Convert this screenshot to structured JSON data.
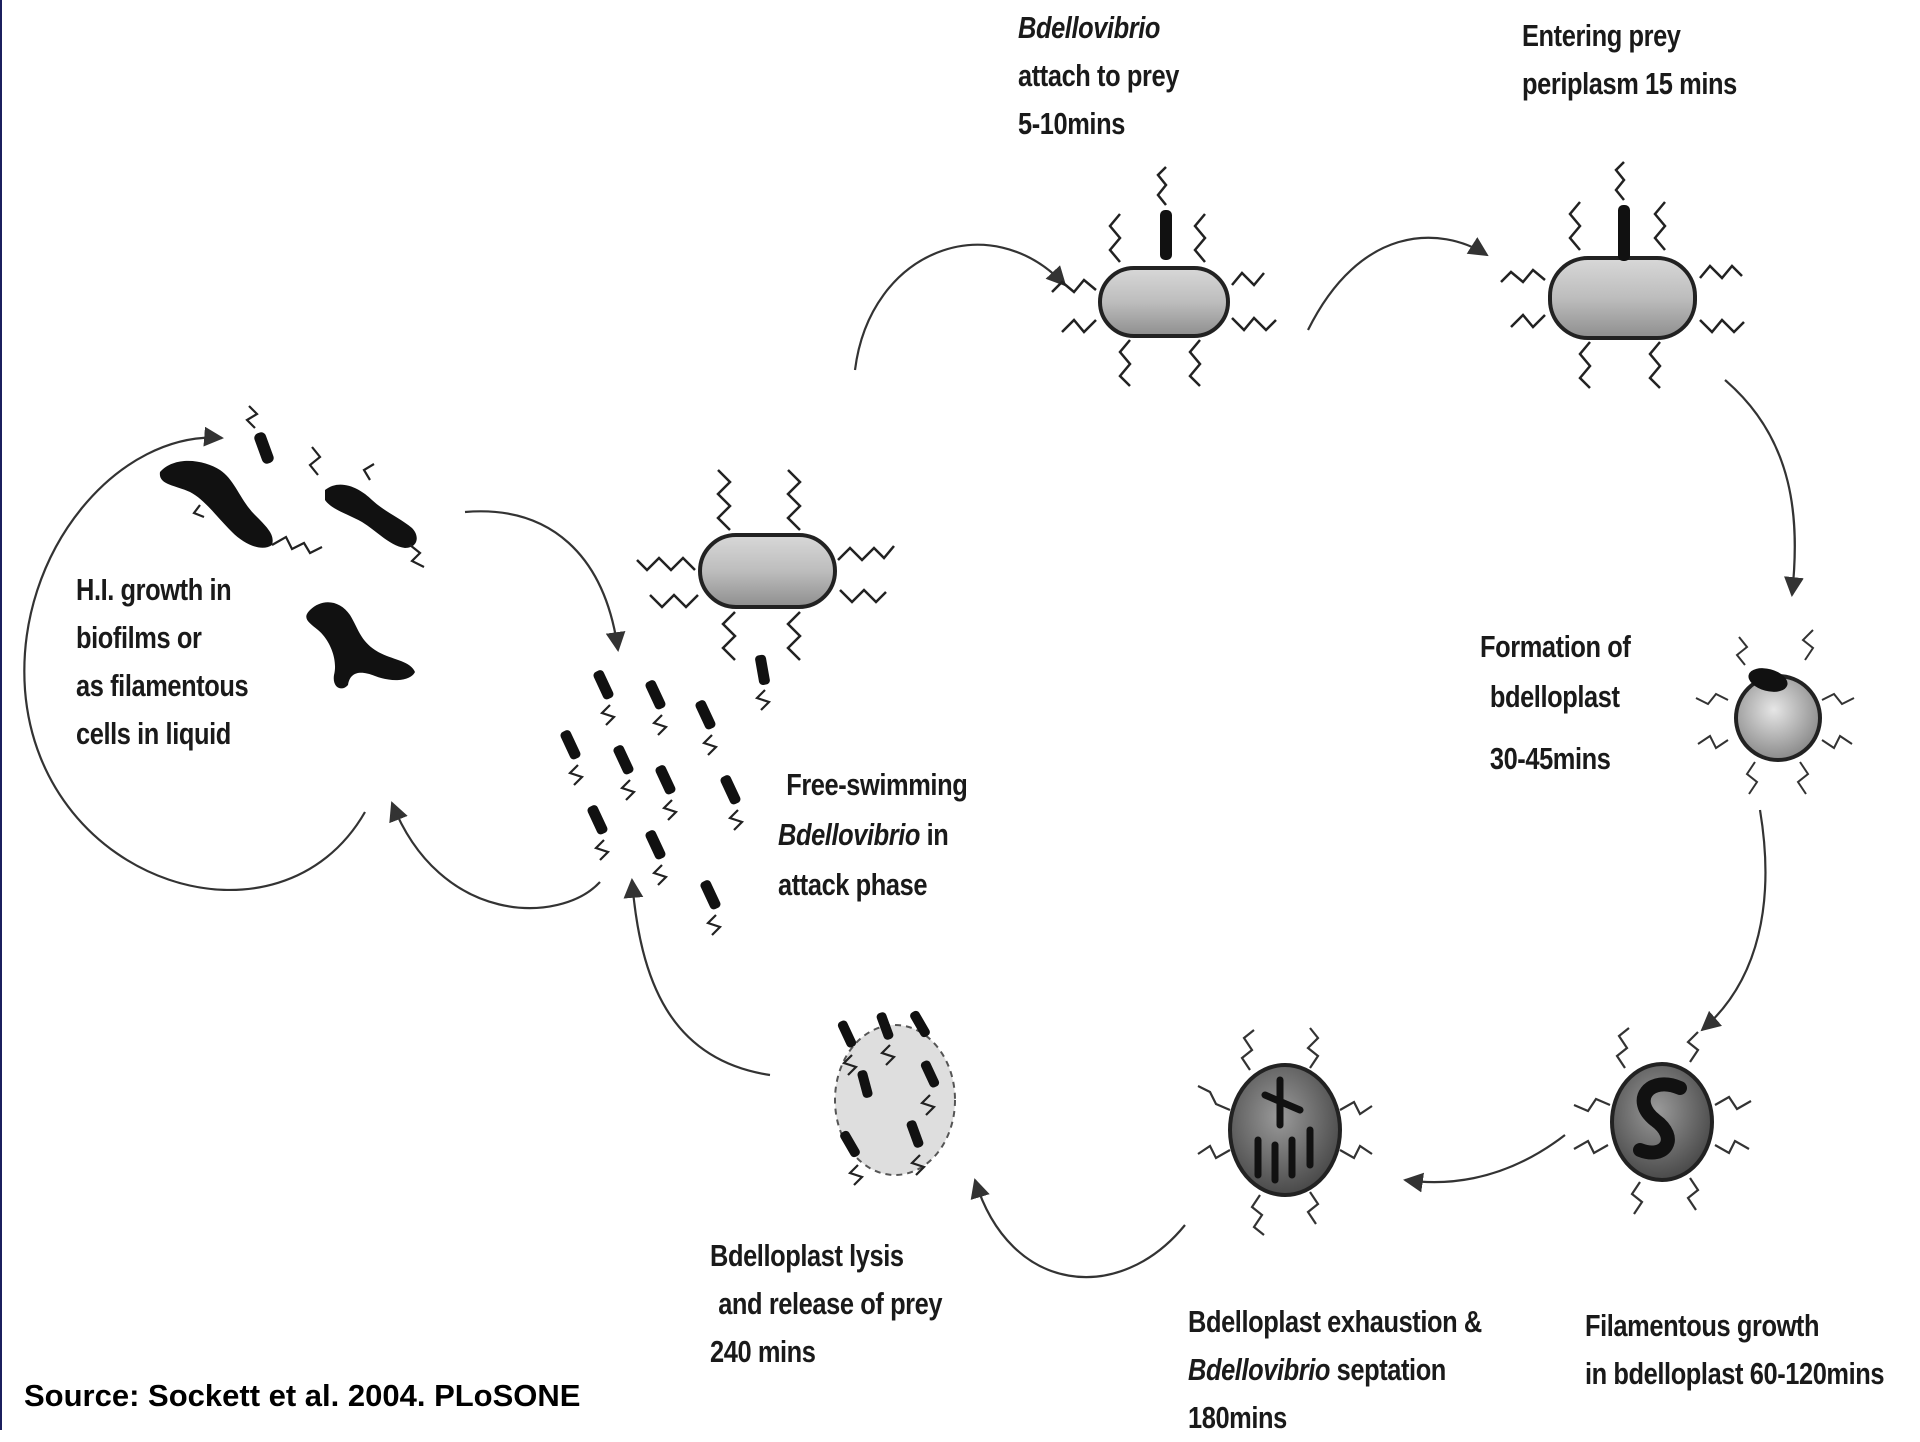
{
  "stages": {
    "attach": {
      "italic": "Bdellovibrio",
      "line2": "attach  to prey",
      "line3": "5-10mins"
    },
    "entering": {
      "line1": "Entering prey",
      "line2": "periplasm 15 mins"
    },
    "formation": {
      "line1": "Formation of",
      "line2": "bdelloplast",
      "line3": "30-45mins"
    },
    "filamentous": {
      "line1": "Filamentous growth",
      "line2": "in bdelloplast 60-120mins"
    },
    "exhaustion": {
      "line1": "Bdelloplast exhaustion &",
      "italic": "Bdellovibrio",
      "line2_rest": " septation",
      "line3": "180mins"
    },
    "lysis": {
      "line1": "Bdelloplast lysis",
      "line2": "and release of prey",
      "line3": "240 mins"
    },
    "free_swimming": {
      "line1": "Free-swimming",
      "italic": "Bdellovibrio",
      "line2_rest": " in",
      "line3": "attack phase"
    },
    "hi_growth": {
      "line1": "H.I. growth in",
      "line2": "biofilms or",
      "line3": "as filamentous",
      "line4": "cells in liquid"
    }
  },
  "source": "Source: Sockett et al. 2004. PLoSONE"
}
